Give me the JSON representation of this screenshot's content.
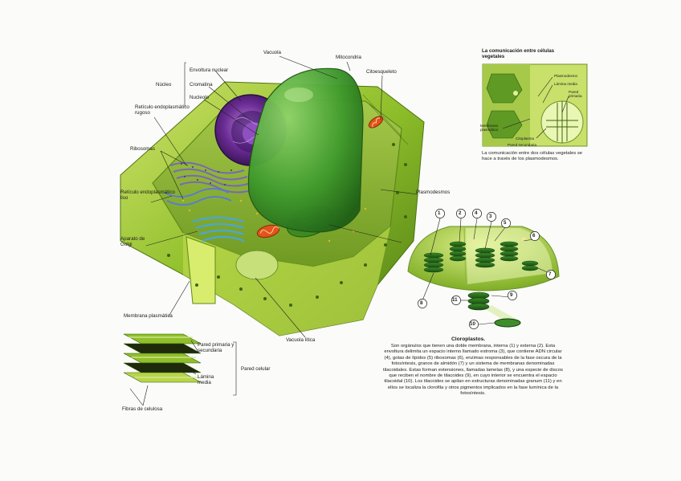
{
  "labels": {
    "vacuola": "Vacuola",
    "mitocondria": "Mitocondria",
    "citoesqueleto": "Citoesqueleto",
    "nucleo": "Núcleo",
    "envoltura_nuclear": "Envoltura nuclear",
    "cromatina": "Cromatina",
    "nucleolo": "Nucleolo",
    "reticulo_rugoso": "Retículo endoplasmático rugoso",
    "ribosomas": "Ribosomas",
    "reticulo_liso": "Retículo endoplasmático liso",
    "golgi": "Aparato de Golgi",
    "membrana_plasmatica": "Membrana plasmática",
    "vacuola_litica": "Vacuola lítica",
    "plasmodesmos": "Plasmodesmos"
  },
  "wall": {
    "pared_primaria_secundaria": "Pared primaria y secundaria",
    "lamina_media": "Lámina media",
    "pared_celular": "Pared celular",
    "fibras_celulosa": "Fibras de celulosa"
  },
  "inset": {
    "title": "La comunicación entre células vegetales",
    "plasmodesmo": "Plasmodesmo",
    "lamina_media": "Lámina media",
    "pared_primaria": "Pared primaria",
    "membrana_plasmatica": "Membrana plasmática",
    "citoplasma": "Citoplasma",
    "pared_secundaria": "Pared secundaria",
    "caption": "La comunicación entre dos células vegetales se hace a través de los plasmodesmos."
  },
  "callouts": [
    "1",
    "2",
    "4",
    "3",
    "5",
    "6",
    "7",
    "8",
    "9",
    "11",
    "10"
  ],
  "chloroplast_text": {
    "title": "Cloroplastos.",
    "body": "Son orgánulos que tienen una doble membrana, interna (1) y externa (2). Esta envoltura delimita un espacio interno llamado estroma (3), que contiene ADN circular (4), gotas de lípidos (5) ribosomas (6), enzimas responsables de la fase oscura de la fotosíntesis, granos de almidón (7) y un sistema de membranas denominadas tilacoidales. Estas forman extensiones, llamadas lamelas (8), y una especie de discos que reciben el nombre de tilacoides (9), en cuyo interior se encuentra el espacio tilacoidal (10). Los tilacoides se apilan en estructuras denominadas granum (11) y en ellos se localiza la clorofila y otros pigmentos implicados en la fase lumínica de la fotosíntesis."
  }
}
